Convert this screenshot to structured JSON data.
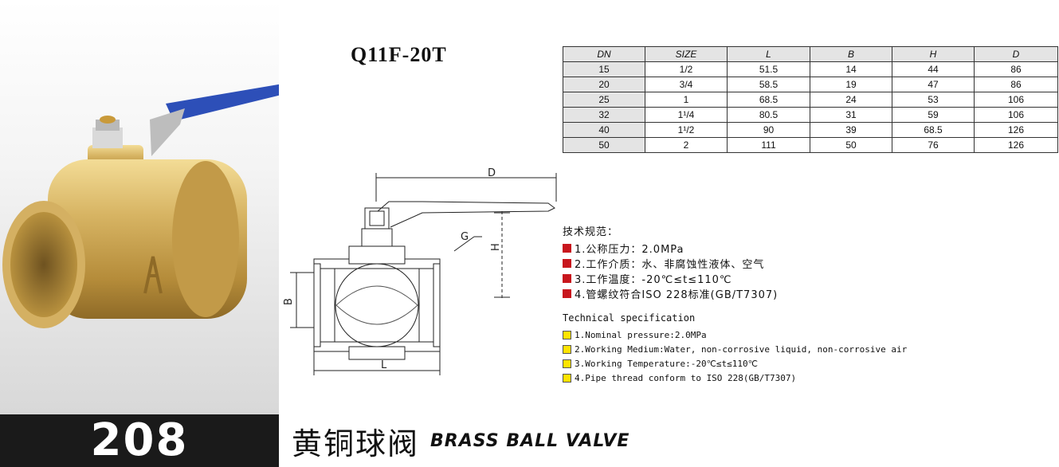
{
  "model": "Q11F-20T",
  "table": {
    "headers": [
      "DN",
      "SIZE",
      "L",
      "B",
      "H",
      "D"
    ],
    "rows": [
      [
        "15",
        "1/2",
        "51.5",
        "14",
        "44",
        "86"
      ],
      [
        "20",
        "3/4",
        "58.5",
        "19",
        "47",
        "86"
      ],
      [
        "25",
        "1",
        "68.5",
        "24",
        "53",
        "106"
      ],
      [
        "32",
        "1¹/4",
        "80.5",
        "31",
        "59",
        "106"
      ],
      [
        "40",
        "1¹/2",
        "90",
        "39",
        "68.5",
        "126"
      ],
      [
        "50",
        "2",
        "111",
        "50",
        "76",
        "126"
      ]
    ]
  },
  "drawing": {
    "label_d": "D",
    "label_g": "G",
    "label_h": "H",
    "label_b": "B",
    "label_l": "L"
  },
  "cn_spec": {
    "title": "技术规范：",
    "items": [
      "1.公称压力：2.0MPa",
      "2.工作介质：水、非腐蚀性液体、空气",
      "3.工作温度：-20℃≤t≤110℃",
      "4.管螺纹符合ISO 228标准(GB/T7307)"
    ]
  },
  "en_spec": {
    "title": "Technical specification",
    "items": [
      "1.Nominal pressure:2.0MPa",
      "2.Working Medium:Water, non-corrosive liquid, non-corrosive air",
      "3.Working Temperature:-20℃≤t≤110℃",
      "4.Pipe thread conform to ISO 228(GB/T7307)"
    ]
  },
  "footer": {
    "number": "208",
    "cn_title": "黄铜球阀",
    "en_title": "BRASS BALL VALVE"
  },
  "colors": {
    "handle": "#2d4fb8",
    "brass": "#c9a24a",
    "red_bullet": "#c8161d",
    "yellow_bullet": "#ffe300",
    "footer_bg": "#1a1a1a"
  }
}
